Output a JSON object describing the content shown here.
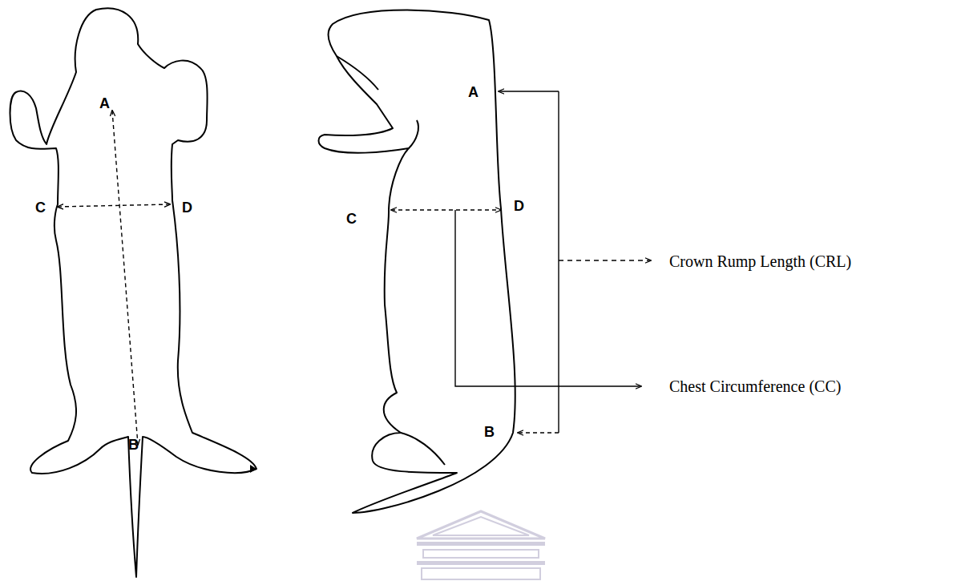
{
  "diagram": {
    "labels": [
      "A",
      "C",
      "D",
      "B",
      "A",
      "C",
      "D",
      "B",
      "Crown Rump Length (CRL)",
      "Chest Circumference (CC)"
    ]
  }
}
